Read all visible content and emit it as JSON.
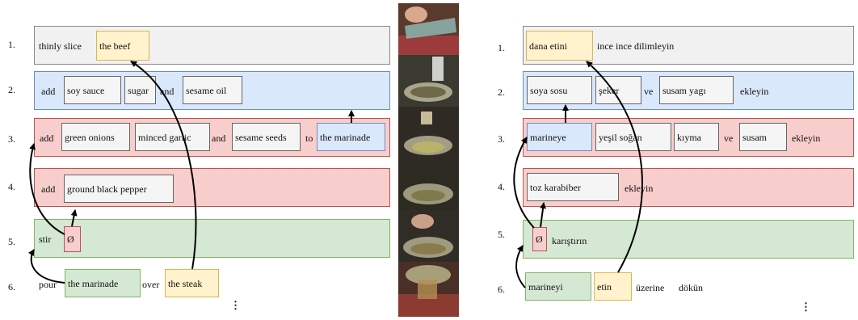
{
  "left": {
    "numbers": [
      "1.",
      "2.",
      "3.",
      "4.",
      "5.",
      "6."
    ],
    "r1": {
      "text": "thinly slice",
      "box1": "the beef"
    },
    "r2": {
      "add": "add",
      "box1": "soy sauce",
      "box2": "sugar",
      "and": "and",
      "box3": "sesame oil"
    },
    "r3": {
      "add": "add",
      "box1": "green onions",
      "box2": "minced garlic",
      "and": "and",
      "box3": "sesame seeds",
      "to": "to",
      "box4": "the marinade"
    },
    "r4": {
      "add": "add",
      "box1": "ground black pepper"
    },
    "r5": {
      "verb": "stir",
      "empty": "Ø"
    },
    "r6": {
      "verb": "pour",
      "box1": "the marinade",
      "over": "over",
      "box2": "the steak"
    },
    "ellipsis": "⋮"
  },
  "right": {
    "numbers": [
      "1.",
      "2.",
      "3.",
      "4.",
      "5.",
      "6."
    ],
    "r1": {
      "box1": "dana etini",
      "text": "ince ince dilimleyin"
    },
    "r2": {
      "box1": "soya sosu",
      "box2": "şeker",
      "ve": "ve",
      "box3": "susam yagı",
      "verb": "ekleyin"
    },
    "r3": {
      "box1": "marineye",
      "box2": "yeşil soğan",
      "box3": "kıyma",
      "ve": "ve",
      "box4": "susam",
      "verb": "ekleyin"
    },
    "r4": {
      "box1": "toz karabiber",
      "verb": "ekleyin"
    },
    "r5": {
      "empty": "Ø",
      "verb": "karıştırın"
    },
    "r6": {
      "box1": "marineyi",
      "box2": "etin",
      "w1": "üzerine",
      "w2": "dökün"
    },
    "ellipsis": "⋮"
  },
  "colors": {
    "gray_band": "#f1f1f1",
    "blue_band": "#dae8fc",
    "red_band": "#f8cecc",
    "green_band": "#d5e8d4",
    "yellow_box": "#fff2cc",
    "arrow": "#000000"
  },
  "frames": [
    "cutting-beef-frame",
    "pouring-soy-sauce-frame",
    "adding-green-onions-frame",
    "adding-pepper-frame",
    "stirring-marinade-frame",
    "pouring-over-steak-frame"
  ]
}
